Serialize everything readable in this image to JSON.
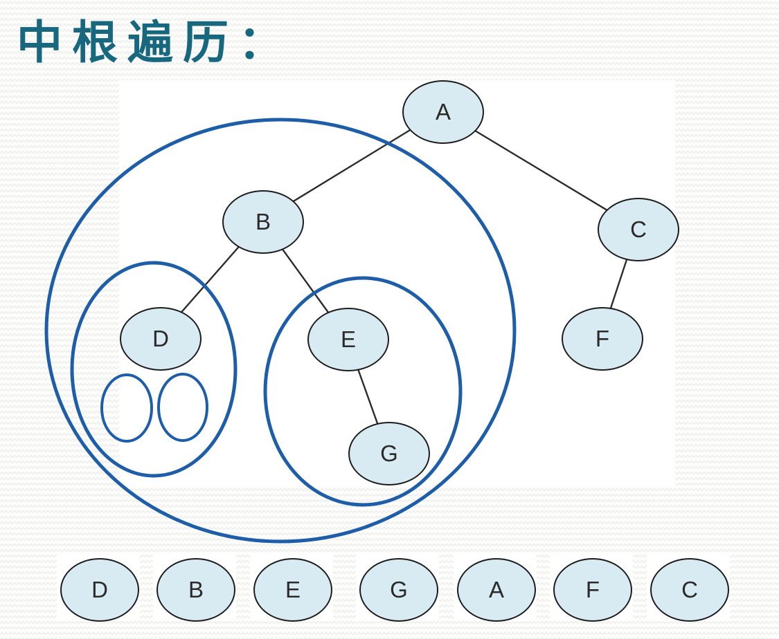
{
  "title": "中根遍历：",
  "tree": {
    "node_labels": [
      "A",
      "B",
      "C",
      "D",
      "E",
      "F",
      "G"
    ],
    "edges": [
      [
        "A",
        "B"
      ],
      [
        "A",
        "C"
      ],
      [
        "B",
        "D"
      ],
      [
        "B",
        "E"
      ],
      [
        "E",
        "G"
      ],
      [
        "C",
        "F"
      ]
    ],
    "empty_subtree_marker_count": 2
  },
  "sequence": {
    "labels": [
      "D",
      "B",
      "E",
      "G",
      "A",
      "F",
      "C"
    ]
  },
  "colors": {
    "title_text": "#17687f",
    "node_fill": "#d8ebf2",
    "node_stroke": "#1c1c1c",
    "edge_line": "#2b2b2b",
    "group_ellipse_stroke": "#1e5da7",
    "canvas_background": "#ffffff"
  }
}
